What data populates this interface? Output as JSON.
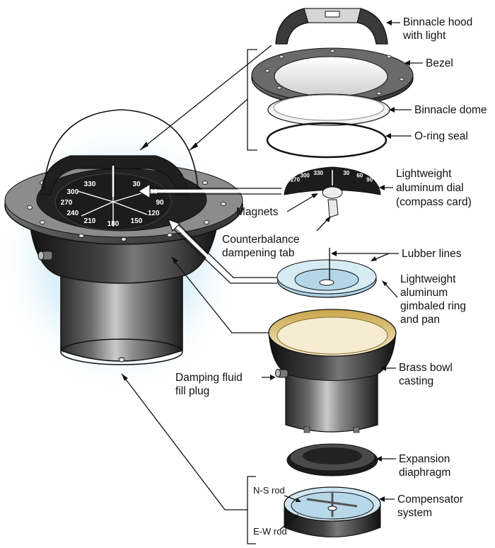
{
  "labels": {
    "binnacle_hood": [
      "Binnacle hood",
      "with light"
    ],
    "bezel": "Bezel",
    "binnacle_dome": "Binnacle dome",
    "o_ring": "O-ring seal",
    "dial": [
      "Lightweight",
      "aluminum dial",
      "(compass card)"
    ],
    "magnets": "Magnets",
    "counterbalance": [
      "Counterbalance",
      "dampening tab"
    ],
    "lubber": "Lubber lines",
    "gimbal": [
      "Lightweight",
      "aluminum",
      "gimbaled ring",
      "and pan"
    ],
    "bowl": [
      "Brass bowl",
      "casting"
    ],
    "fill_plug": [
      "Damping fluid",
      "fill plug"
    ],
    "diaphragm": [
      "Expansion",
      "diaphragm"
    ],
    "compensator": [
      "Compensator",
      "system"
    ],
    "ns_rod": "N-S rod",
    "ew_rod": "E-W rod"
  },
  "dial_numbers": [
    "270",
    "300",
    "330",
    "30",
    "60",
    "90",
    "120",
    "150",
    "180",
    "210",
    "240"
  ],
  "small_dial_numbers": [
    "270",
    "300",
    "330",
    "30",
    "60",
    "90"
  ],
  "colors": {
    "outline": "#111111",
    "glow": "#bfe3f5",
    "gimbal_ring": "#cfe6f2",
    "bowl_rim": "#efe2b5",
    "compensator_inside": "#c7e2f0"
  }
}
